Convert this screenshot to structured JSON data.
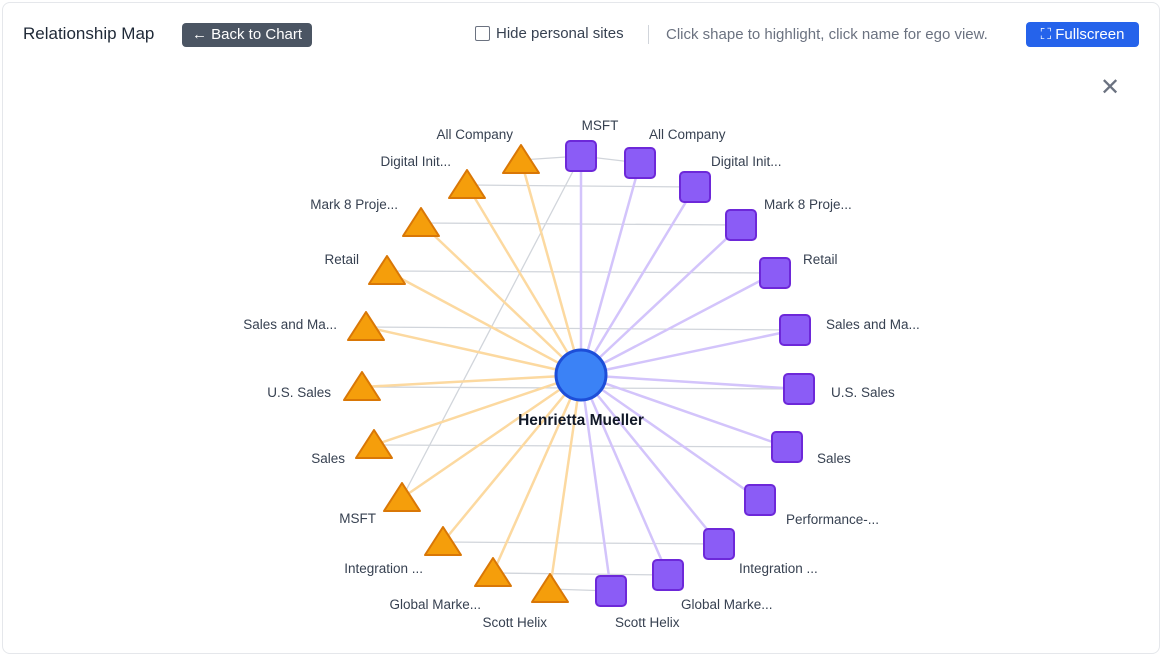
{
  "header": {
    "title": "Relationship Map",
    "back_label": "← Back to Chart",
    "hide_personal_label": "Hide personal sites",
    "hide_personal_checked": false,
    "hint": "Click shape to highlight, click name for ego view.",
    "fullscreen_label": "⛶ Fullscreen",
    "close_icon": "close-icon"
  },
  "colors": {
    "center": "#3b82f6",
    "triangle": "#f59e0b",
    "square": "#8b5cf6",
    "triangle_edge": "#fcd9a0",
    "square_edge": "#d3c4fb",
    "link": "#d1d5db"
  },
  "graph": {
    "center": "Henrietta Mueller",
    "triangles": [
      "All Company",
      "Digital Init...",
      "Mark 8 Proje...",
      "Retail",
      "Sales and Ma...",
      "U.S. Sales",
      "Sales",
      "MSFT",
      "Integration ...",
      "Global Marke...",
      "Scott Helix"
    ],
    "squares": [
      "MSFT",
      "All Company",
      "Digital Init...",
      "Mark 8 Proje...",
      "Retail",
      "Sales and Ma...",
      "U.S. Sales",
      "Sales",
      "Performance-...",
      "Integration ...",
      "Global Marke...",
      "Scott Helix"
    ],
    "links": [
      [
        "t0",
        "s0"
      ],
      [
        "s0",
        "s1"
      ],
      [
        "t1",
        "s2"
      ],
      [
        "t2",
        "s3"
      ],
      [
        "t3",
        "s4"
      ],
      [
        "t4",
        "s5"
      ],
      [
        "t5",
        "s6"
      ],
      [
        "t6",
        "s7"
      ],
      [
        "t7",
        "s0"
      ],
      [
        "t8",
        "s9"
      ],
      [
        "t9",
        "s10"
      ],
      [
        "t10",
        "s11"
      ]
    ]
  }
}
